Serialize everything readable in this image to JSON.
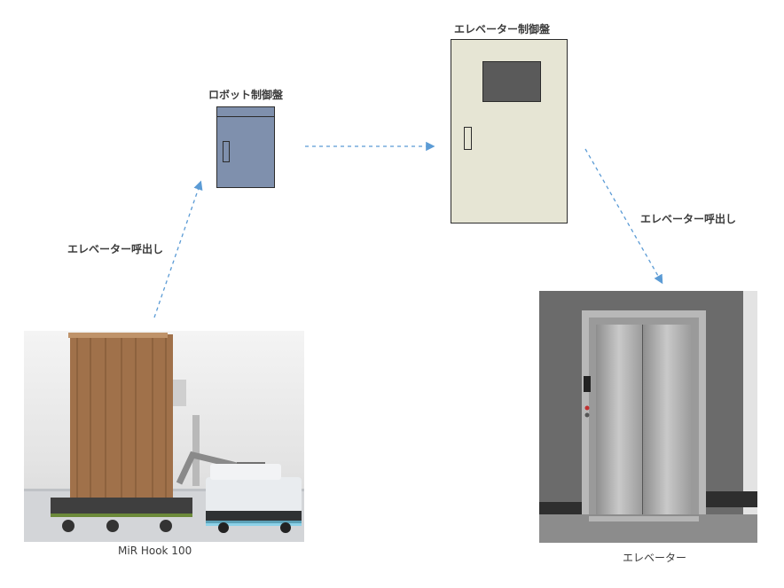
{
  "labels": {
    "robot_panel": "ロボット制御盤",
    "elevator_panel": "エレベーター制御盤",
    "call_left": "エレベーター呼出し",
    "call_right": "エレベーター呼出し",
    "robot_caption": "MiR Hook 100",
    "elevator_caption": "エレベーター"
  },
  "colors": {
    "arrow": "#5b9bd5",
    "robot_panel": "#7f90ad",
    "elevator_panel": "#e6e5d4",
    "panel_screen": "#5a5a5a"
  },
  "icons": {
    "robot_photo": "mobile-robot-with-cart-photo",
    "elevator_photo": "elevator-doors-photo"
  }
}
